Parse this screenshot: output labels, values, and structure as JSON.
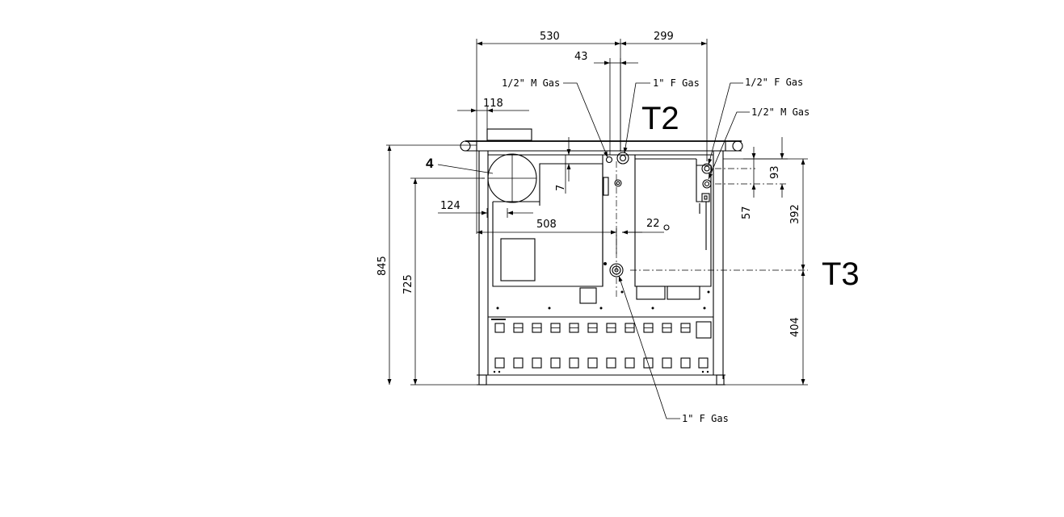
{
  "drawing": {
    "dimensions": {
      "d530": "530",
      "d299": "299",
      "d43": "43",
      "d118": "118",
      "d124": "124",
      "d508": "508",
      "d22": "22",
      "d7": "7",
      "d93": "93",
      "d57": "57",
      "d392": "392",
      "d404": "404",
      "d845": "845",
      "d725": "725"
    },
    "connections": {
      "half_m_gas_left": "1/2\" M Gas",
      "one_f_gas_top": "1\" F Gas",
      "half_f_gas_right": "1/2\" F Gas",
      "half_m_gas_right": "1/2\" M Gas",
      "one_f_gas_bottom": "1\" F Gas"
    },
    "tags": {
      "t2": "T2",
      "t3": "T3",
      "four": "4"
    }
  }
}
